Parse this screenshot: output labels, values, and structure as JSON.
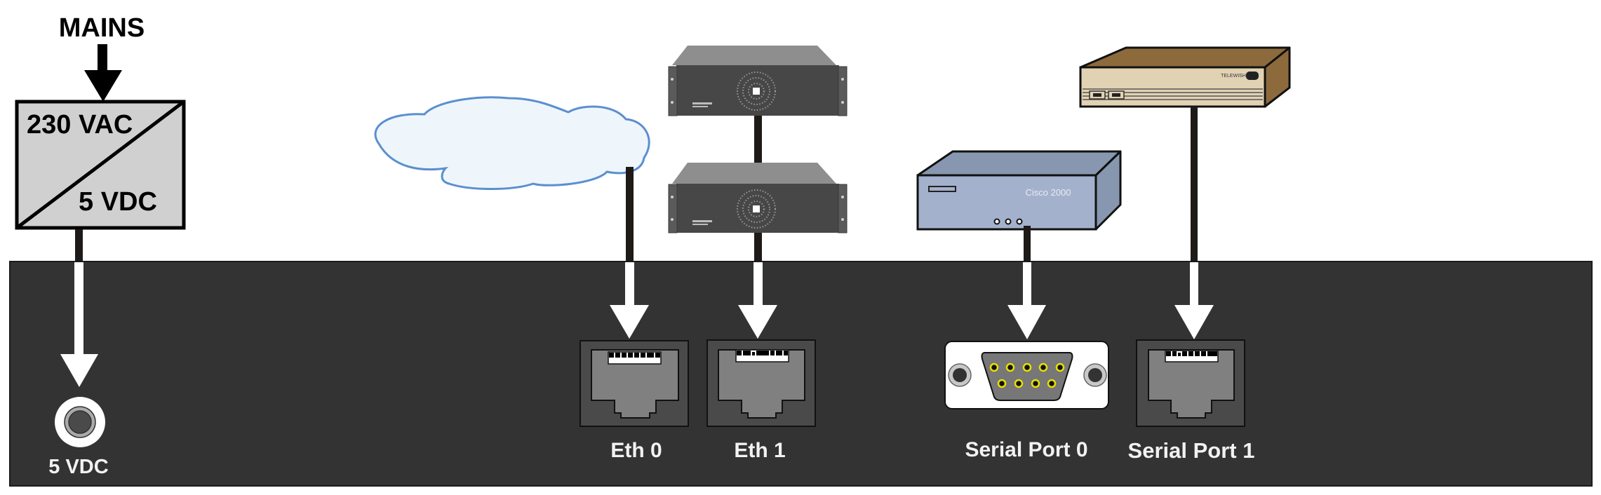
{
  "title": "Device rear panel connection diagram",
  "power": {
    "input_label": "MAINS",
    "converter_input": "230 VAC",
    "converter_output": "5 VDC",
    "jack_label": "5 VDC"
  },
  "devices": {
    "cloud": "network-cloud",
    "server_top": "rack-server",
    "server_bottom": "rack-server",
    "router_label": "Cisco 2000",
    "modem": "desktop-modem",
    "modem_brand": "TELEWISH"
  },
  "ports": [
    {
      "id": "eth0",
      "label": "Eth 0",
      "type": "rj45",
      "connected_to": "network-cloud"
    },
    {
      "id": "eth1",
      "label": "Eth 1",
      "type": "rj45",
      "connected_to": "rack-server"
    },
    {
      "id": "serial0",
      "label": "Serial Port 0",
      "type": "db9",
      "connected_to": "Cisco 2000"
    },
    {
      "id": "serial1",
      "label": "Serial Port 1",
      "type": "rj45",
      "connected_to": "desktop-modem"
    }
  ],
  "colors": {
    "panel": "#333333",
    "port_bezel": "#4a4a4a",
    "port_inner": "#808080",
    "cloud_fill": "#eef6fb",
    "cloud_stroke": "#5b8fcf",
    "router_front": "#a3b1cc",
    "router_top": "#8897b0",
    "modem_front": "#e2d2b4",
    "modem_top": "#8c6a3c",
    "db9_pin": "#e8e000",
    "wire": "#1e1a18",
    "arrow": "#ffffff",
    "converter_fill": "#d0d0d0"
  }
}
